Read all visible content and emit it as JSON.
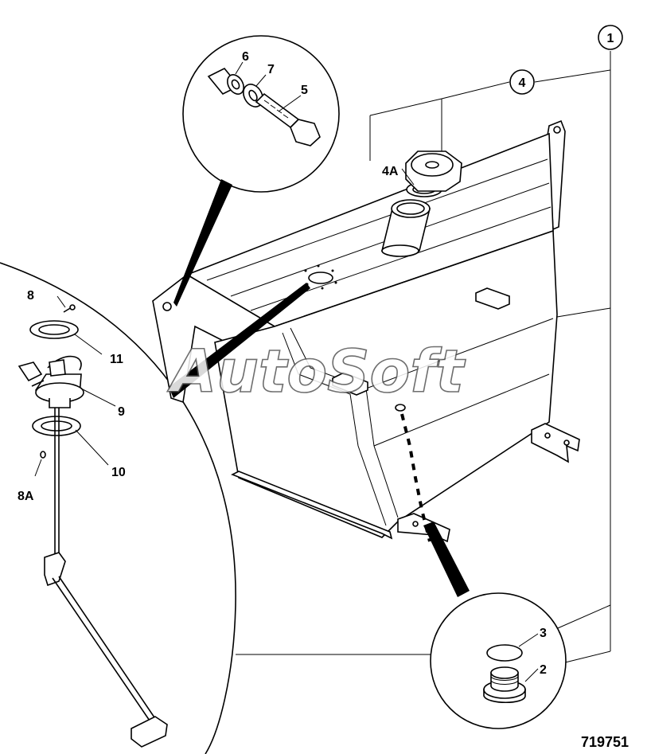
{
  "diagram": {
    "figure_number": "719751",
    "watermark": "AutoSoft",
    "callouts": [
      {
        "id": "c1",
        "label": "1",
        "circled": true
      },
      {
        "id": "c4",
        "label": "4",
        "circled": true
      },
      {
        "id": "c4a",
        "label": "4A",
        "circled": false
      },
      {
        "id": "c6",
        "label": "6",
        "circled": false
      },
      {
        "id": "c7",
        "label": "7",
        "circled": false
      },
      {
        "id": "c5",
        "label": "5",
        "circled": false
      },
      {
        "id": "c8",
        "label": "8",
        "circled": false
      },
      {
        "id": "c11",
        "label": "11",
        "circled": false
      },
      {
        "id": "c9",
        "label": "9",
        "circled": false
      },
      {
        "id": "c10",
        "label": "10",
        "circled": false
      },
      {
        "id": "c8a",
        "label": "8A",
        "circled": false
      },
      {
        "id": "c3",
        "label": "3",
        "circled": false
      },
      {
        "id": "c2",
        "label": "2",
        "circled": false
      }
    ]
  }
}
